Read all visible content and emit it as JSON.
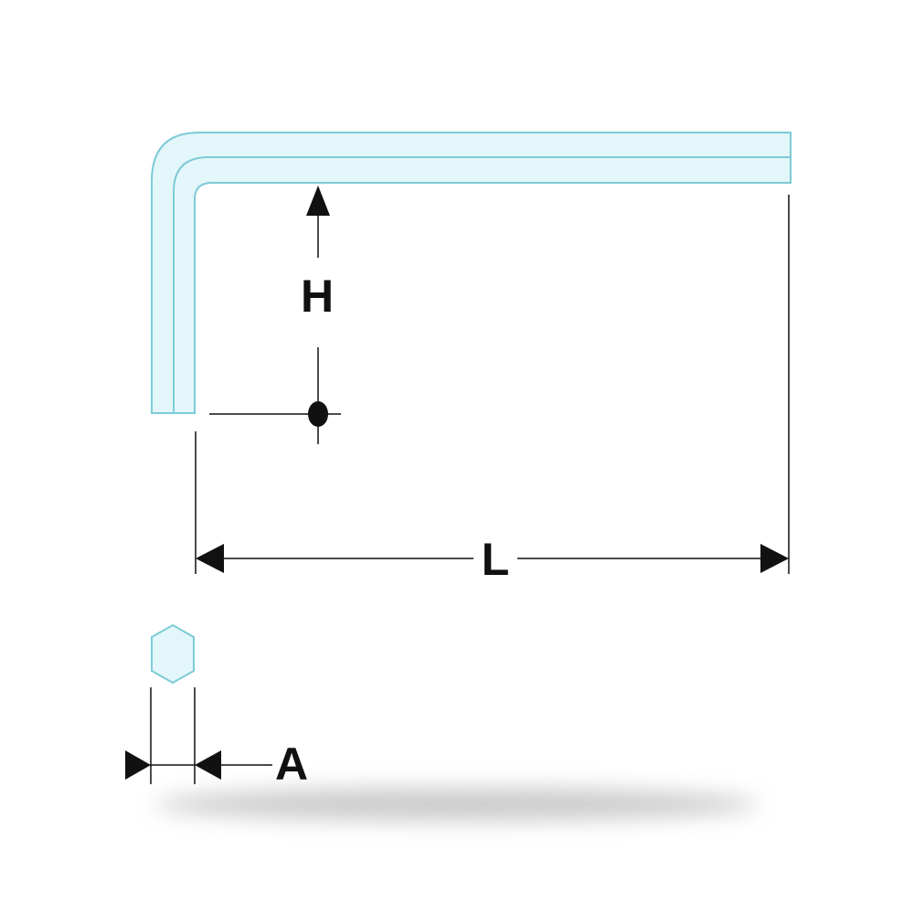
{
  "diagram": {
    "labels": {
      "height": "H",
      "length": "L",
      "across_flats": "A"
    },
    "colors": {
      "key_fill": "#e3f6fa",
      "key_stroke": "#7ccbd6",
      "dimension_line": "#111111",
      "background": "#ffffff",
      "shadow": "#b9b9b9"
    }
  }
}
